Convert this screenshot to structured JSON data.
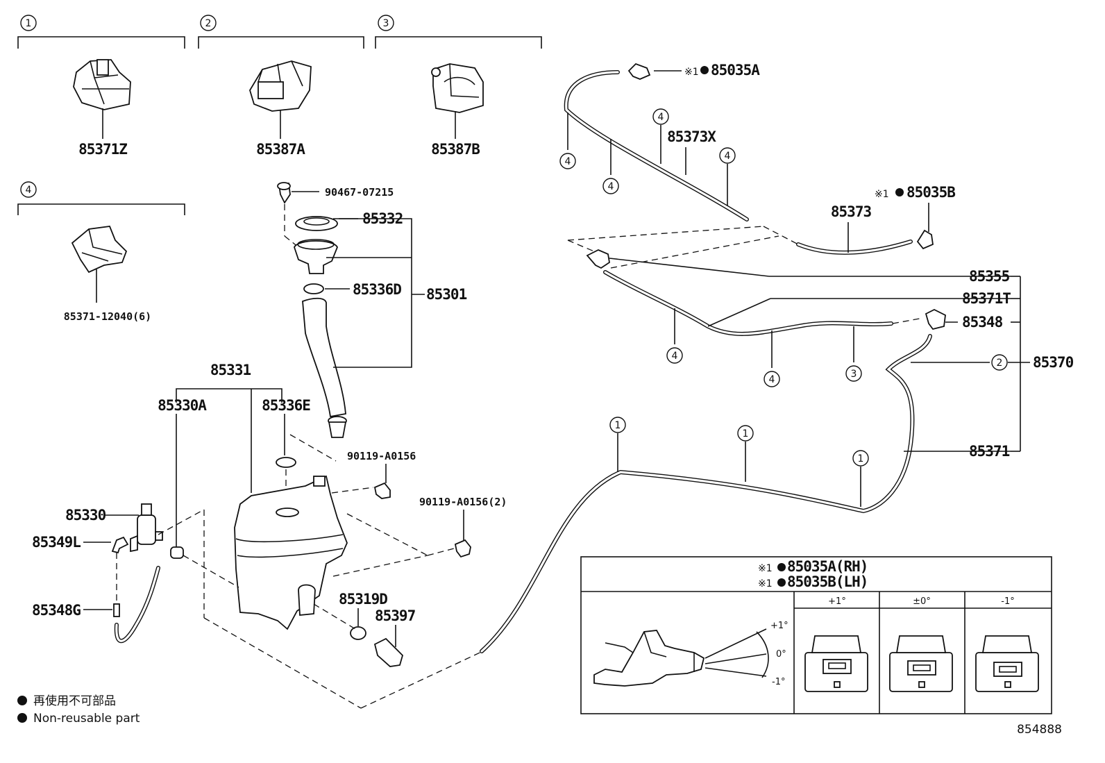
{
  "callouts": {
    "c1": "1",
    "c2": "2",
    "c3": "3",
    "c4": "4"
  },
  "clips": {
    "p85371Z": "85371Z",
    "p85387A": "85387A",
    "p85387B": "85387B",
    "p85371_12040": "85371-12040(6)"
  },
  "parts": {
    "p90467": "90467-07215",
    "p85332": "85332",
    "p85336D": "85336D",
    "p85301": "85301",
    "p85331": "85331",
    "p85330A": "85330A",
    "p85336E": "85336E",
    "p90119a": "90119-A0156",
    "p90119b": "90119-A0156(2)",
    "p85330": "85330",
    "p85349L": "85349L",
    "p85348G": "85348G",
    "p85319D": "85319D",
    "p85397": "85397",
    "p85035A_pre": "※1",
    "p85035A": "85035A",
    "p85373X": "85373X",
    "p85035B_pre": "※1",
    "p85035B": "85035B",
    "p85373": "85373",
    "p85355": "85355",
    "p85371T": "85371T",
    "p85348": "85348",
    "p85370": "85370",
    "p85371": "85371"
  },
  "detail_box": {
    "line1_pre": "※1",
    "line1": "85035A(RH)",
    "line2_pre": "※1",
    "line2": "85035B(LH)",
    "col1": "+1°",
    "col2": "±0°",
    "col3": "-1°",
    "ang_plus": "+1°",
    "ang_zero": "0°",
    "ang_minus": "-1°"
  },
  "legend": {
    "jp": "再使用不可部品",
    "en": "Non-reusable part"
  },
  "figure_code": "854888"
}
